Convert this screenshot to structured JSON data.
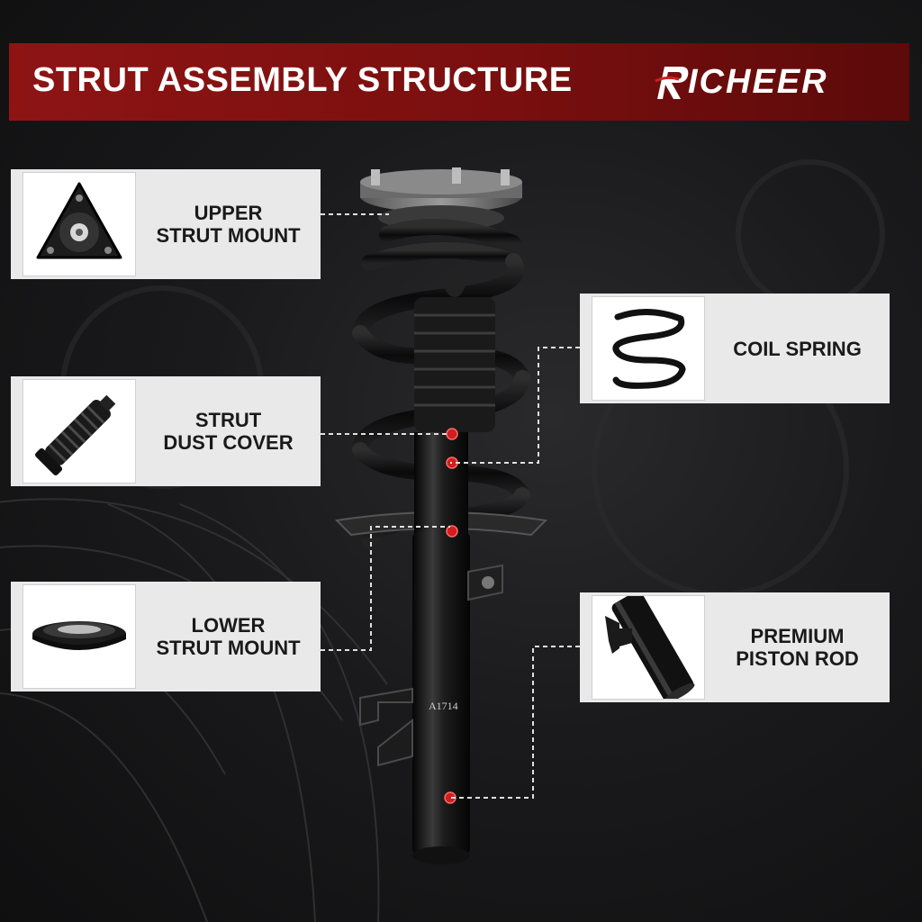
{
  "header": {
    "title": "STRUT ASSEMBLY STRUCTURE",
    "brand": "ICHEER",
    "brand_color": "#8e1414"
  },
  "cards": [
    {
      "id": "upper-strut-mount",
      "line1": "UPPER",
      "line2": "STRUT MOUNT",
      "icon": "upper-strut-mount-icon"
    },
    {
      "id": "strut-dust-cover",
      "line1": "STRUT",
      "line2": "DUST COVER",
      "icon": "dust-cover-icon"
    },
    {
      "id": "lower-strut-mount",
      "line1": "LOWER",
      "line2": "STRUT MOUNT",
      "icon": "lower-strut-mount-icon"
    },
    {
      "id": "coil-spring",
      "line1": "COIL SPRING",
      "line2": "",
      "icon": "coil-spring-icon"
    },
    {
      "id": "premium-piston-rod",
      "line1": "PREMIUM",
      "line2": "PISTON ROD",
      "icon": "piston-rod-icon"
    }
  ],
  "product": {
    "part_number": "A1714"
  },
  "colors": {
    "marker": "#d21e1e",
    "card_bg": "#e9e9e9"
  }
}
